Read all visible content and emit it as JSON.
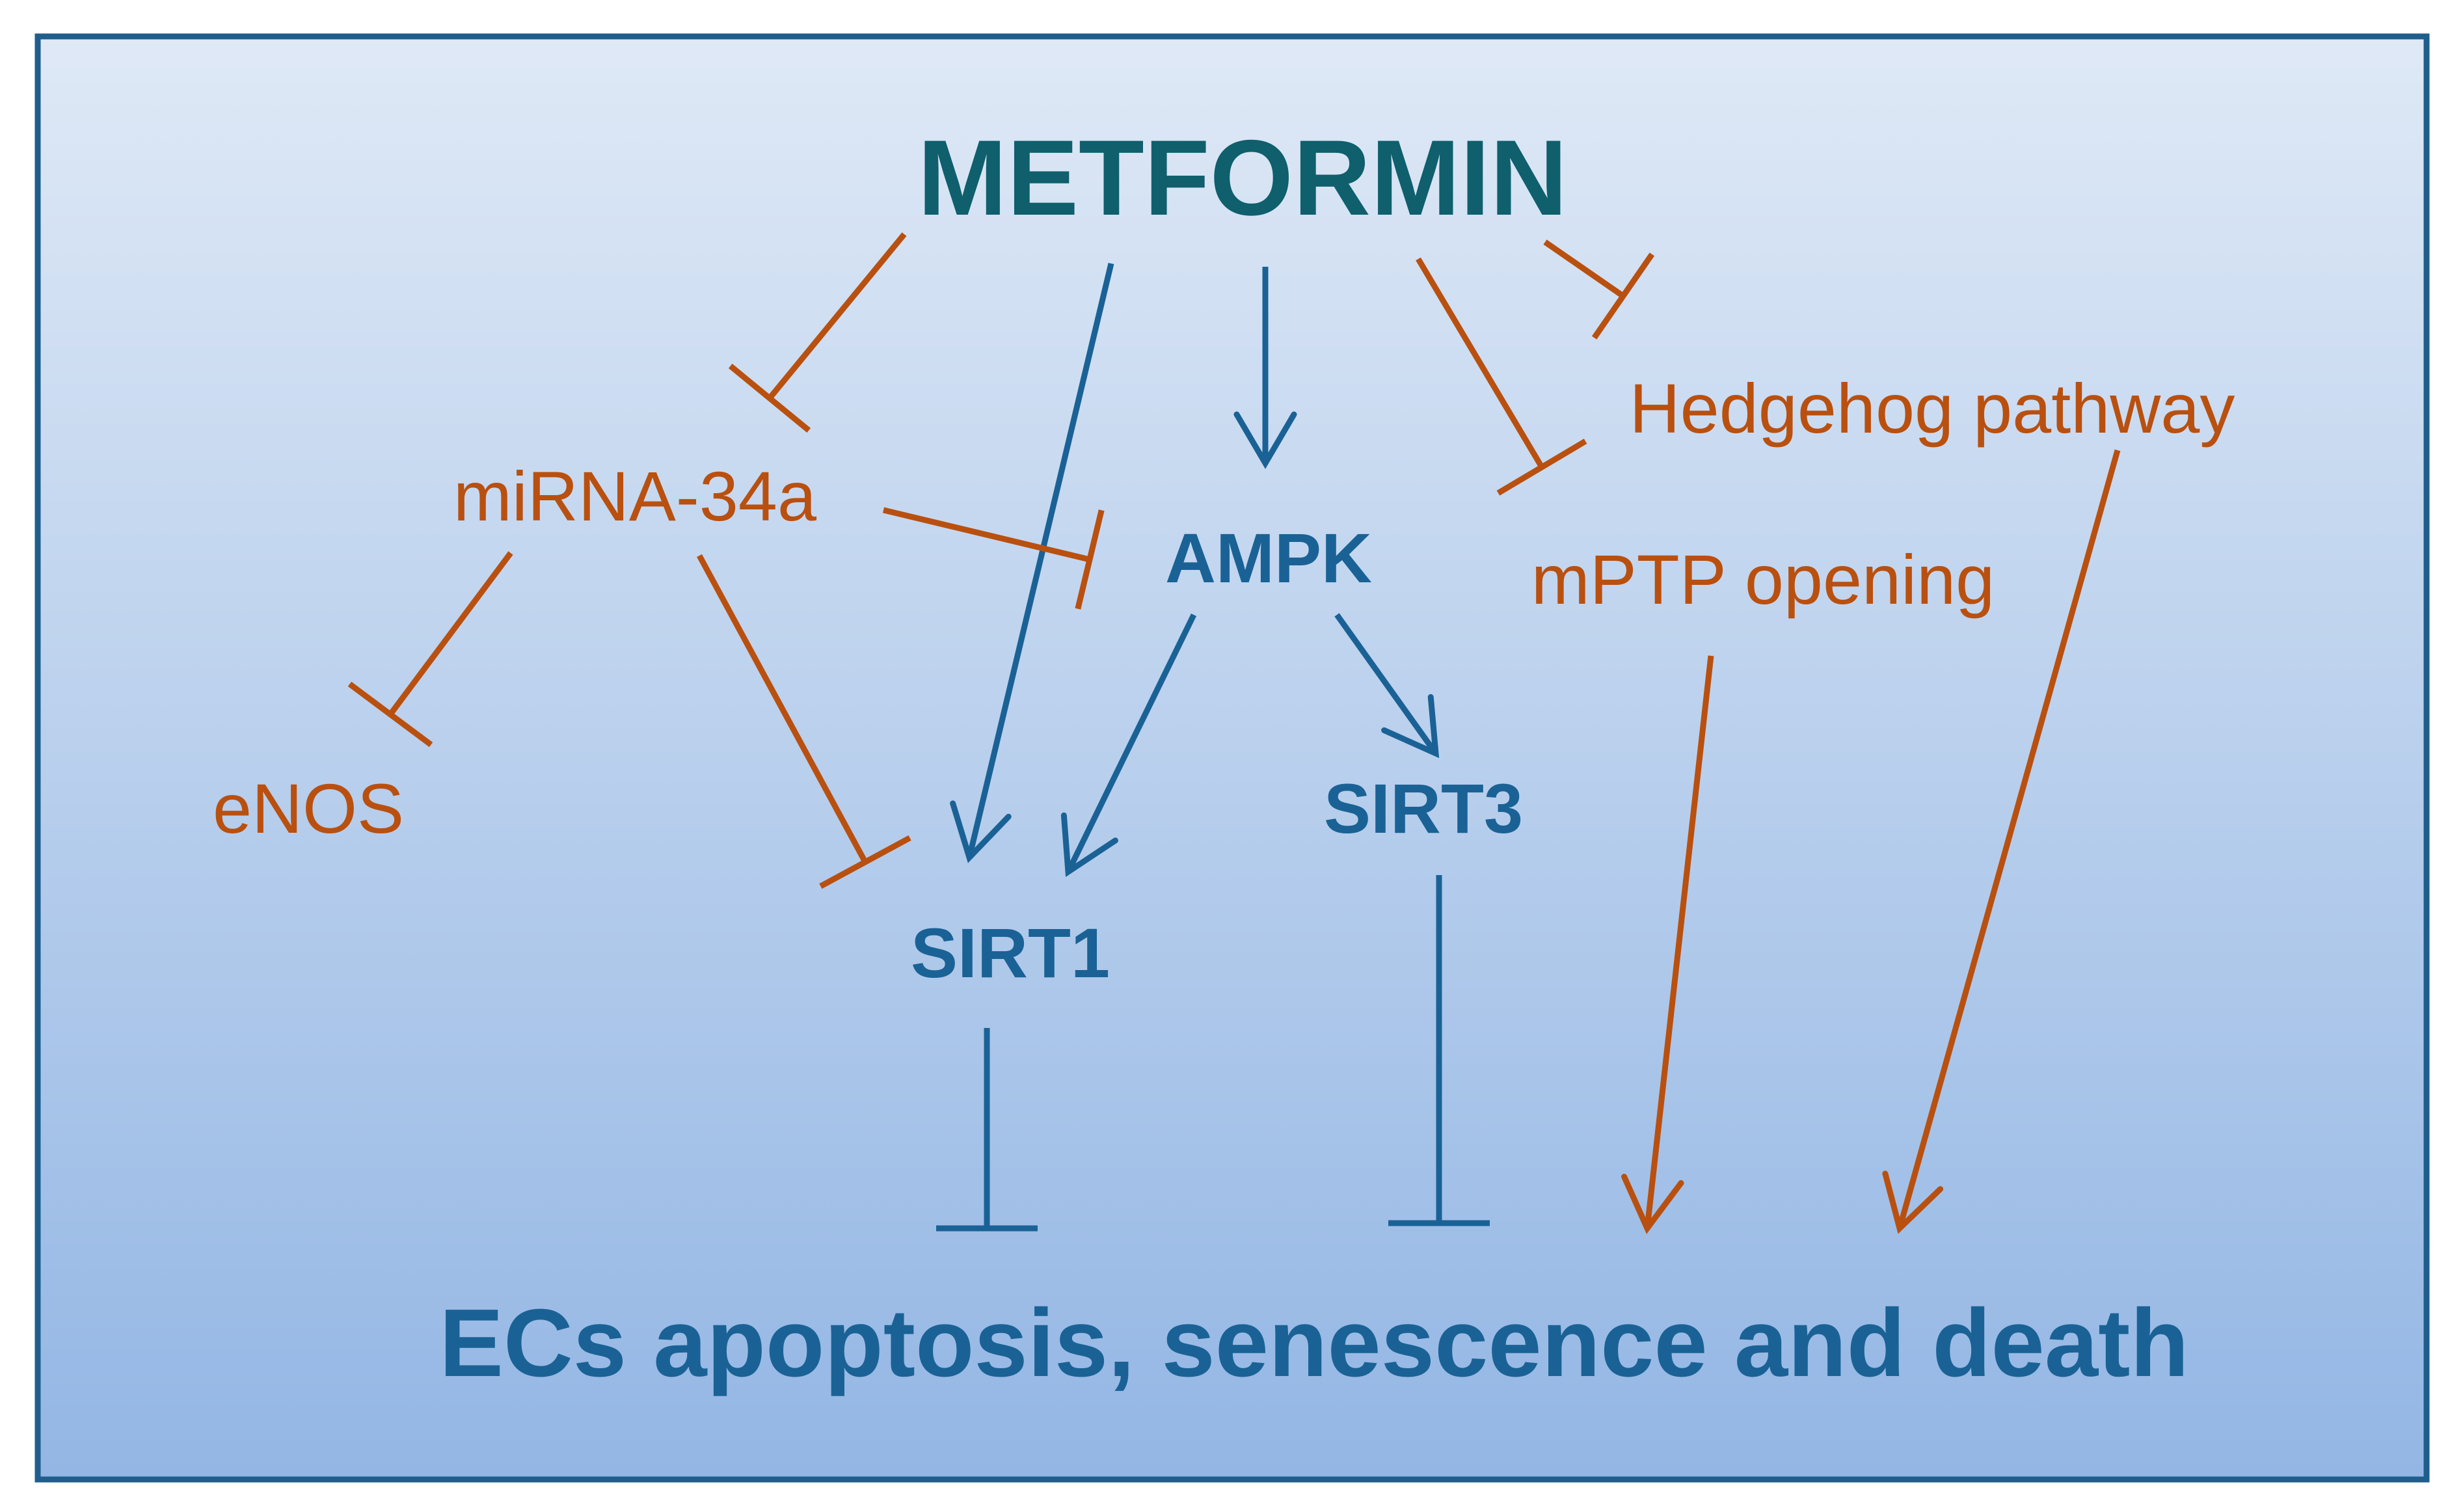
{
  "colors": {
    "border": "#1f5e8c",
    "bg_top": "#dfe9f6",
    "bg_bottom": "#93b6e4",
    "blue": "#1a6295",
    "title_teal": "#0f5f6d",
    "orange": "#b9500f"
  },
  "nodes": {
    "metformin": "METFORMIN",
    "mirna": "miRNA-34a",
    "ampk": "AMPK",
    "hedgehog": "Hedgehog pathway",
    "mptp": "mPTP opening",
    "enos": "eNOS",
    "sirt1": "SIRT1",
    "sirt3": "SIRT3",
    "outcome": "ECs apoptosis, senescence and death"
  },
  "edges": [
    {
      "id": "metformin-to-ampk",
      "from": "metformin",
      "to": "ampk",
      "kind": "activate",
      "color": "blue"
    },
    {
      "id": "metformin-to-sirt1",
      "from": "metformin",
      "to": "sirt1",
      "kind": "activate",
      "color": "blue"
    },
    {
      "id": "ampk-to-sirt1",
      "from": "ampk",
      "to": "sirt1",
      "kind": "activate",
      "color": "blue"
    },
    {
      "id": "ampk-to-sirt3",
      "from": "ampk",
      "to": "sirt3",
      "kind": "activate",
      "color": "blue"
    },
    {
      "id": "metformin-inhibits-mirna",
      "from": "metformin",
      "to": "mirna",
      "kind": "inhibit",
      "color": "orange"
    },
    {
      "id": "metformin-inhibits-hedgehog",
      "from": "metformin",
      "to": "hedgehog",
      "kind": "inhibit",
      "color": "orange"
    },
    {
      "id": "metformin-inhibits-mptp",
      "from": "metformin",
      "to": "mptp",
      "kind": "inhibit",
      "color": "orange"
    },
    {
      "id": "mirna-inhibits-ampk",
      "from": "mirna",
      "to": "ampk",
      "kind": "inhibit",
      "color": "orange"
    },
    {
      "id": "mirna-inhibits-enos",
      "from": "mirna",
      "to": "enos",
      "kind": "inhibit",
      "color": "orange"
    },
    {
      "id": "mirna-inhibits-sirt1",
      "from": "mirna",
      "to": "sirt1",
      "kind": "inhibit",
      "color": "orange"
    },
    {
      "id": "sirt1-inhibits-outcome",
      "from": "sirt1",
      "to": "outcome",
      "kind": "inhibit",
      "color": "blue"
    },
    {
      "id": "sirt3-inhibits-outcome",
      "from": "sirt3",
      "to": "outcome",
      "kind": "inhibit",
      "color": "blue"
    },
    {
      "id": "mptp-to-outcome",
      "from": "mptp",
      "to": "outcome",
      "kind": "activate",
      "color": "orange"
    },
    {
      "id": "hedgehog-to-outcome",
      "from": "hedgehog",
      "to": "outcome",
      "kind": "activate",
      "color": "orange"
    }
  ]
}
